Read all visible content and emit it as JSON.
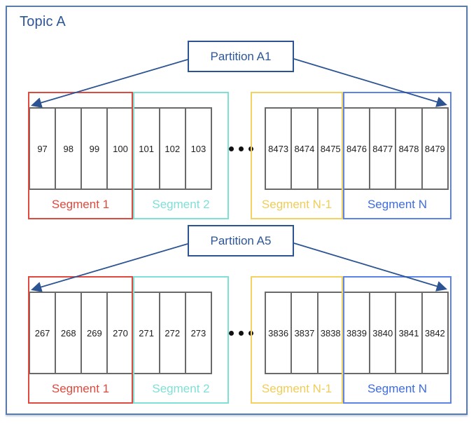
{
  "title": "Topic A",
  "ellipsis_dots": 3,
  "colors": {
    "outer_border": "#5a7ca8",
    "title_text": "#2d5698",
    "partition_border": "#2d5492",
    "partition_text": "#2d5698",
    "arrow": "#2d5492",
    "cell_border": "#6a6a6a",
    "cell_text": "#202020",
    "dots": "#111111"
  },
  "partitions": [
    {
      "label": "Partition A1",
      "segments": [
        {
          "name": "Segment 1",
          "border": "#e0493d",
          "text": "#e0493d",
          "cells": [
            "97",
            "98",
            "99",
            "100"
          ]
        },
        {
          "name": "Segment 2",
          "border": "#7fe0d6",
          "text": "#7fe0d6",
          "cells": [
            "101",
            "102",
            "103"
          ]
        },
        {
          "name": "Segment N-1",
          "border": "#f4d262",
          "text": "#f0cd58",
          "cells": [
            "8473",
            "8474",
            "8475"
          ]
        },
        {
          "name": "Segment N",
          "border": "#5b83e8",
          "text": "#3d6be0",
          "cells": [
            "8476",
            "8477",
            "8478",
            "8479"
          ]
        }
      ]
    },
    {
      "label": "Partition A5",
      "segments": [
        {
          "name": "Segment 1",
          "border": "#e0493d",
          "text": "#e0493d",
          "cells": [
            "267",
            "268",
            "269",
            "270"
          ]
        },
        {
          "name": "Segment 2",
          "border": "#7fe0d6",
          "text": "#7fe0d6",
          "cells": [
            "271",
            "272",
            "273"
          ]
        },
        {
          "name": "Segment N-1",
          "border": "#f4d262",
          "text": "#f0cd58",
          "cells": [
            "3836",
            "3837",
            "3838"
          ]
        },
        {
          "name": "Segment N",
          "border": "#5b83e8",
          "text": "#3d6be0",
          "cells": [
            "3839",
            "3840",
            "3841",
            "3842"
          ]
        }
      ]
    }
  ]
}
